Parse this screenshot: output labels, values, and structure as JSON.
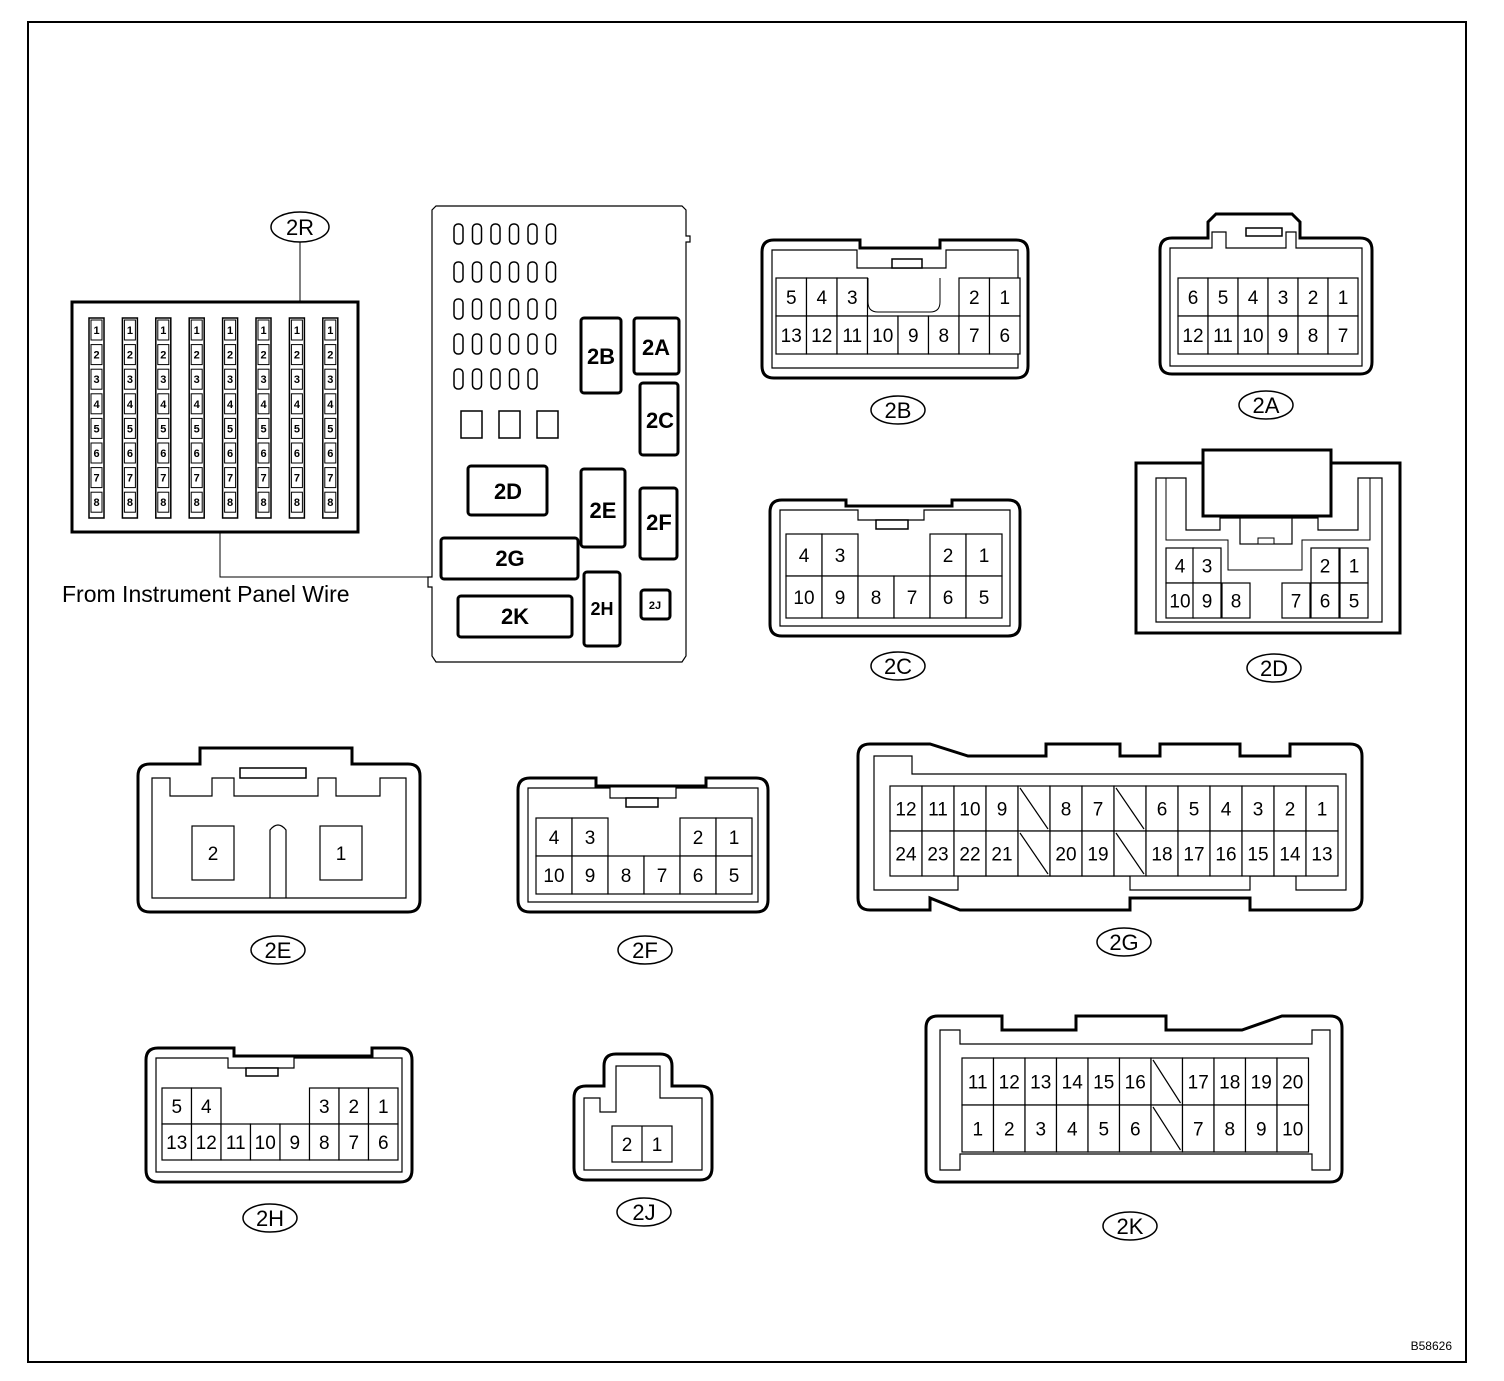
{
  "ribbon": {
    "label": "2R",
    "columns": 8,
    "pins": [
      "1",
      "2",
      "3",
      "4",
      "5",
      "6",
      "7",
      "8"
    ]
  },
  "caption": "From Instrument Panel Wire",
  "block_labels": [
    "2B",
    "2A",
    "2C",
    "2D",
    "2E",
    "2F",
    "2G",
    "2K",
    "2H",
    "2J"
  ],
  "connectors": {
    "c2B": {
      "label": "2B",
      "rows": [
        [
          "5",
          "4",
          "3",
          "",
          "",
          "",
          "2",
          "1"
        ],
        [
          "13",
          "12",
          "11",
          "10",
          "9",
          "8",
          "7",
          "6"
        ]
      ]
    },
    "c2A": {
      "label": "2A",
      "rows": [
        [
          "6",
          "5",
          "4",
          "3",
          "2",
          "1"
        ],
        [
          "12",
          "11",
          "10",
          "9",
          "8",
          "7"
        ]
      ]
    },
    "c2C": {
      "label": "2C",
      "rows": [
        [
          "4",
          "3",
          "",
          "",
          "2",
          "1"
        ],
        [
          "10",
          "9",
          "8",
          "7",
          "6",
          "5"
        ]
      ]
    },
    "c2D": {
      "label": "2D",
      "rows": [
        [
          "4",
          "3",
          "",
          "",
          "2",
          "1"
        ],
        [
          "10",
          "9",
          "8",
          "7",
          "6",
          "5"
        ]
      ]
    },
    "c2E": {
      "label": "2E",
      "rows": [
        [
          "2",
          "1"
        ]
      ]
    },
    "c2F": {
      "label": "2F",
      "rows": [
        [
          "4",
          "3",
          "",
          "",
          "2",
          "1"
        ],
        [
          "10",
          "9",
          "8",
          "7",
          "6",
          "5"
        ]
      ]
    },
    "c2G": {
      "label": "2G",
      "rows": [
        [
          "12",
          "11",
          "10",
          "9",
          "",
          "8",
          "7",
          "",
          "6",
          "5",
          "4",
          "3",
          "2",
          "1"
        ],
        [
          "24",
          "23",
          "22",
          "21",
          "",
          "20",
          "19",
          "",
          "18",
          "17",
          "16",
          "15",
          "14",
          "13"
        ]
      ]
    },
    "c2H": {
      "label": "2H",
      "rows": [
        [
          "5",
          "4",
          "",
          "",
          "",
          "3",
          "2",
          "1"
        ],
        [
          "13",
          "12",
          "11",
          "10",
          "9",
          "8",
          "7",
          "6"
        ]
      ]
    },
    "c2J": {
      "label": "2J",
      "rows": [
        [
          "2",
          "1"
        ]
      ]
    },
    "c2K": {
      "label": "2K",
      "rows": [
        [
          "11",
          "12",
          "13",
          "14",
          "15",
          "16",
          "",
          "17",
          "18",
          "19",
          "20"
        ],
        [
          "1",
          "2",
          "3",
          "4",
          "5",
          "6",
          "",
          "7",
          "8",
          "9",
          "10"
        ]
      ]
    }
  },
  "figure_code": "B58626"
}
